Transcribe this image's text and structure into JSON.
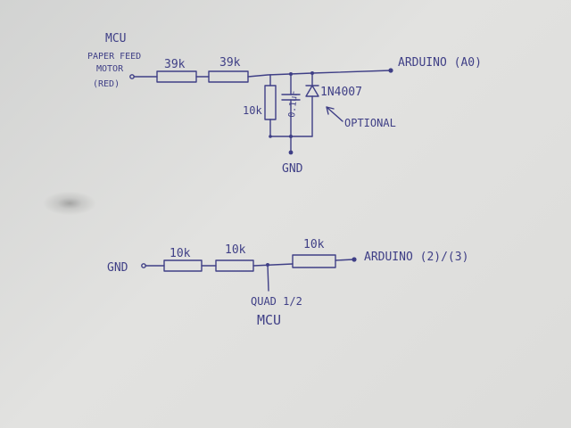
{
  "circuit1": {
    "source_label_lines": [
      "MCU",
      "PAPER FEED",
      "MOTOR",
      "(RED)"
    ],
    "r1_value": "39k",
    "r2_value": "39k",
    "output_label": "ARDUINO (A0)",
    "r3_value": "10k",
    "capacitor_value": "0.1uF",
    "diode_label": "1N4007",
    "optional_label": "OPTIONAL",
    "ground_label": "GND"
  },
  "circuit2": {
    "ground_label": "GND",
    "r1_value": "10k",
    "r2_value": "10k",
    "r3_value": "10k",
    "output_label": "ARDUINO (2)/(3)",
    "input_label_lines": [
      "QUAD 1/2",
      "MCU"
    ]
  }
}
